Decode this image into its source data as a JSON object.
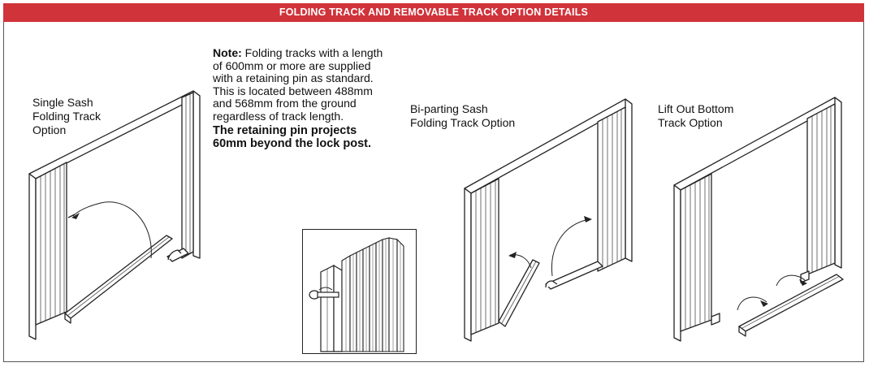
{
  "header": {
    "title": "FOLDING TRACK AND REMOVABLE TRACK OPTION DETAILS"
  },
  "options": [
    {
      "lines": [
        "Single Sash",
        "Folding Track",
        "Option"
      ]
    },
    {
      "lines": [
        "Bi-parting Sash",
        "Folding Track Option"
      ]
    },
    {
      "lines": [
        "Lift Out Bottom",
        "Track Option"
      ]
    }
  ],
  "note": {
    "lead": "Note:",
    "body": " Folding tracks with a length of 600mm or more are supplied with a retaining pin as standard. This is located between 488mm and 568mm from the ground regardless of track length.",
    "emphasis": "The retaining pin projects 60mm beyond the lock post."
  },
  "colors": {
    "banner": "#d0333a",
    "line": "#222222"
  },
  "icons": [
    "retaining-pin-detail"
  ]
}
